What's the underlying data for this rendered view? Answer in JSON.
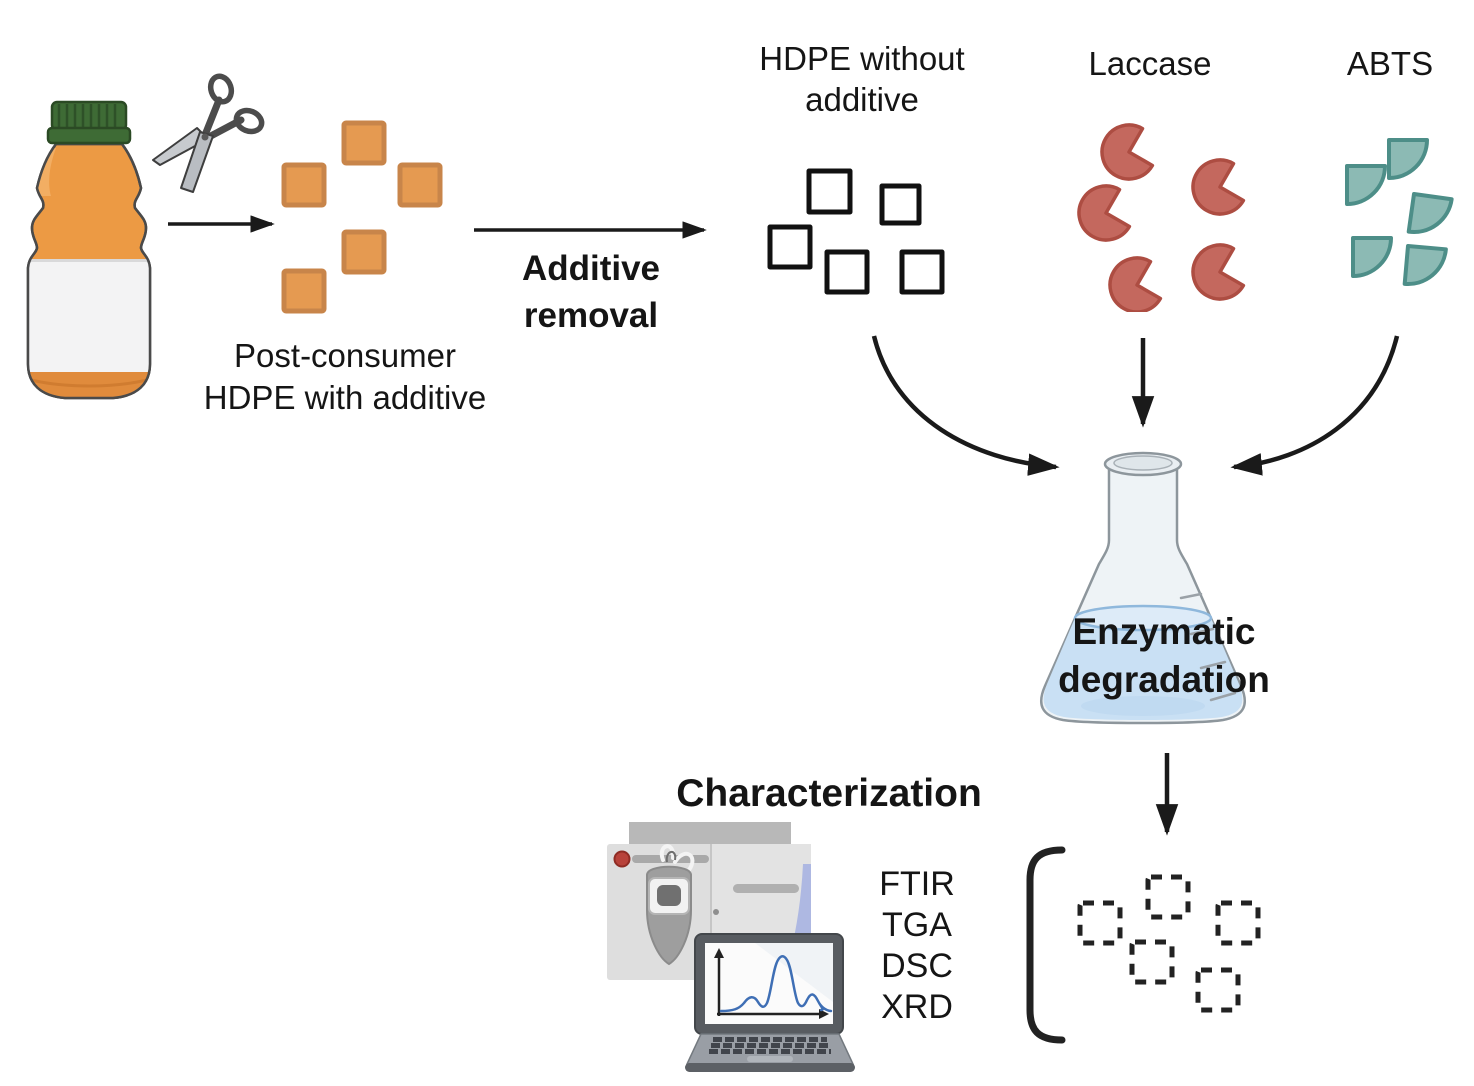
{
  "diagram_title": "Enzymatic degradation workflow of post-consumer HDPE",
  "labels": {
    "post_consumer": "Post-consumer\nHDPE with additive",
    "additive_removal": "Additive\nremoval",
    "hdpe_without": "HDPE without\nadditive",
    "laccase": "Laccase",
    "abts": "ABTS",
    "enzymatic": "Enzymatic\ndegradation",
    "characterization": "Characterization",
    "methods": [
      "FTIR",
      "TGA",
      "DSC",
      "XRD"
    ]
  },
  "icons": {
    "bottle": "juice-bottle",
    "scissors": "scissors",
    "orange_flakes": "hdpe-with-additive-flakes",
    "white_flakes": "hdpe-without-additive-flakes",
    "laccase_shapes": "laccase-enzyme-pacman-shapes",
    "abts_shapes": "abts-quarter-disc-shapes",
    "flask": "erlenmeyer-flask",
    "spectrometer": "ftir-spectrometer",
    "laptop": "laptop-with-spectrum",
    "bracket": "left-bracket",
    "degraded_flakes": "degraded-hdpe-dashed-flakes"
  },
  "counts": {
    "orange_flakes": 5,
    "white_flakes": 5,
    "laccase_shapes": 5,
    "abts_shapes": 5,
    "dashed_flakes": 5
  },
  "colors": {
    "hdpe_flake_orange": "#E59A51",
    "hdpe_flake_orange_border": "#C8854A",
    "laccase_red": "#C4685E",
    "laccase_red_border": "#AD4D42",
    "abts_teal": "#8CBAB4",
    "abts_teal_border": "#4D8E88",
    "flask_liquid_blue": "#C9E0F4",
    "bottle_cap_green": "#3E6B35",
    "bottle_body_orange": "#EC9A44",
    "arrow_black": "#1A1A1A",
    "plot_line_blue": "#3F6FB5"
  }
}
